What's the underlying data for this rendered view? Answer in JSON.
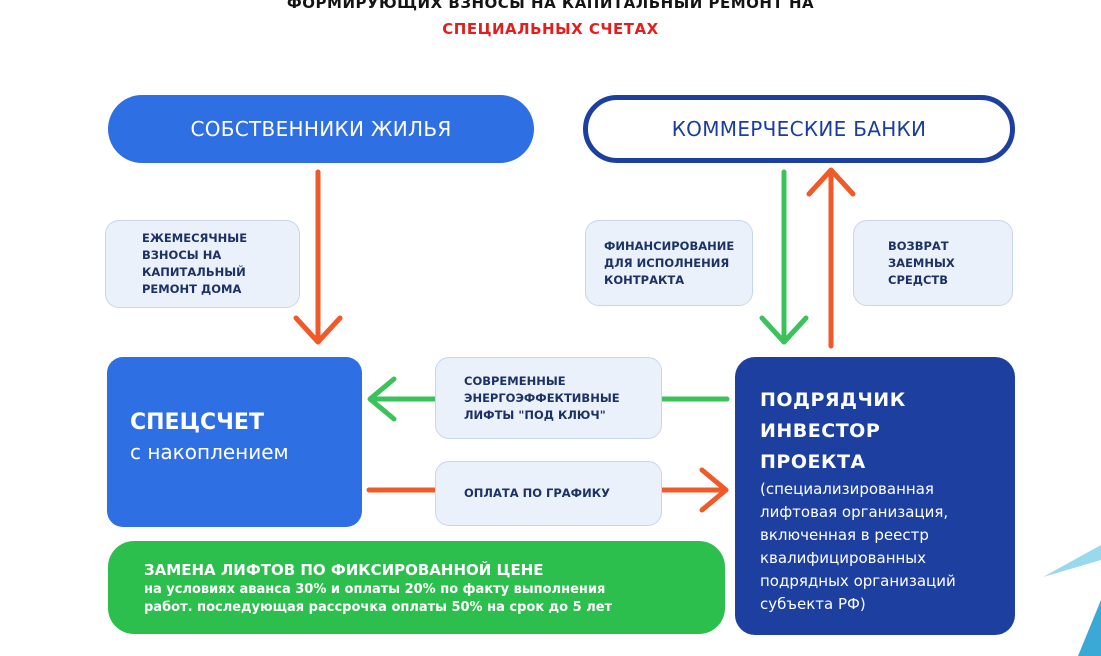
{
  "title": {
    "line1": "ФОРМИРУЮЩИХ ВЗНОСЫ НА КАПИТАЛЬНЫЙ РЕМОНТ НА",
    "line2": "СПЕЦИАЛЬНЫХ  СЧЕТАХ"
  },
  "nodes": {
    "owners": "СОБСТВЕННИКИ ЖИЛЬЯ",
    "banks": "КОММЕРЧЕСКИЕ БАНКИ",
    "spec_account": {
      "title": "СПЕЦСЧЕТ",
      "subtitle": "с накоплением"
    },
    "contractor": {
      "title": "ПОДРЯДЧИК\nИНВЕСТОР\nПРОЕКТА",
      "description": "(специализированная\nлифтовая организация,\nвключенная в реестр\nквалифицированных\nподрядных организаций\nсубъекта РФ)"
    }
  },
  "edge_labels": {
    "monthly_contributions": "ЕЖЕМЕСЯЧНЫЕ\nВЗНОСЫ НА\nКАПИТАЛЬНЫЙ\nРЕМОНТ ДОМА",
    "financing": "ФИНАНСИРОВАНИЕ\nДЛЯ ИСПОЛНЕНИЯ\nКОНТРАКТА",
    "loan_return": "ВОЗВРАТ\nЗАЕМНЫХ\nСРЕДСТВ",
    "lifts": "СОВРЕМЕННЫЕ\nЭНЕРГОЭФФЕКТИВНЫЕ\nЛИФТЫ \"ПОД КЛЮЧ\"",
    "scheduled_payment": "ОПЛАТА ПО ГРАФИКУ"
  },
  "banner": {
    "title": "ЗАМЕНА ЛИФТОВ ПО ФИКСИРОВАННОЙ ЦЕНЕ",
    "description": "на условиях аванса 30% и оплаты 20% по факту выполнения\nработ. последующая рассрочка оплаты 50% на срок до 5 лет"
  },
  "colors": {
    "title_dark": "#141414",
    "title_red": "#e41e1e",
    "primary_blue": "#2f6fe4",
    "dark_blue": "#1c3fa0",
    "green": "#2dbf4e",
    "arrow_orange": "#f05a28",
    "arrow_green": "#3cc25a",
    "label_fill": "#eaf1fb"
  }
}
